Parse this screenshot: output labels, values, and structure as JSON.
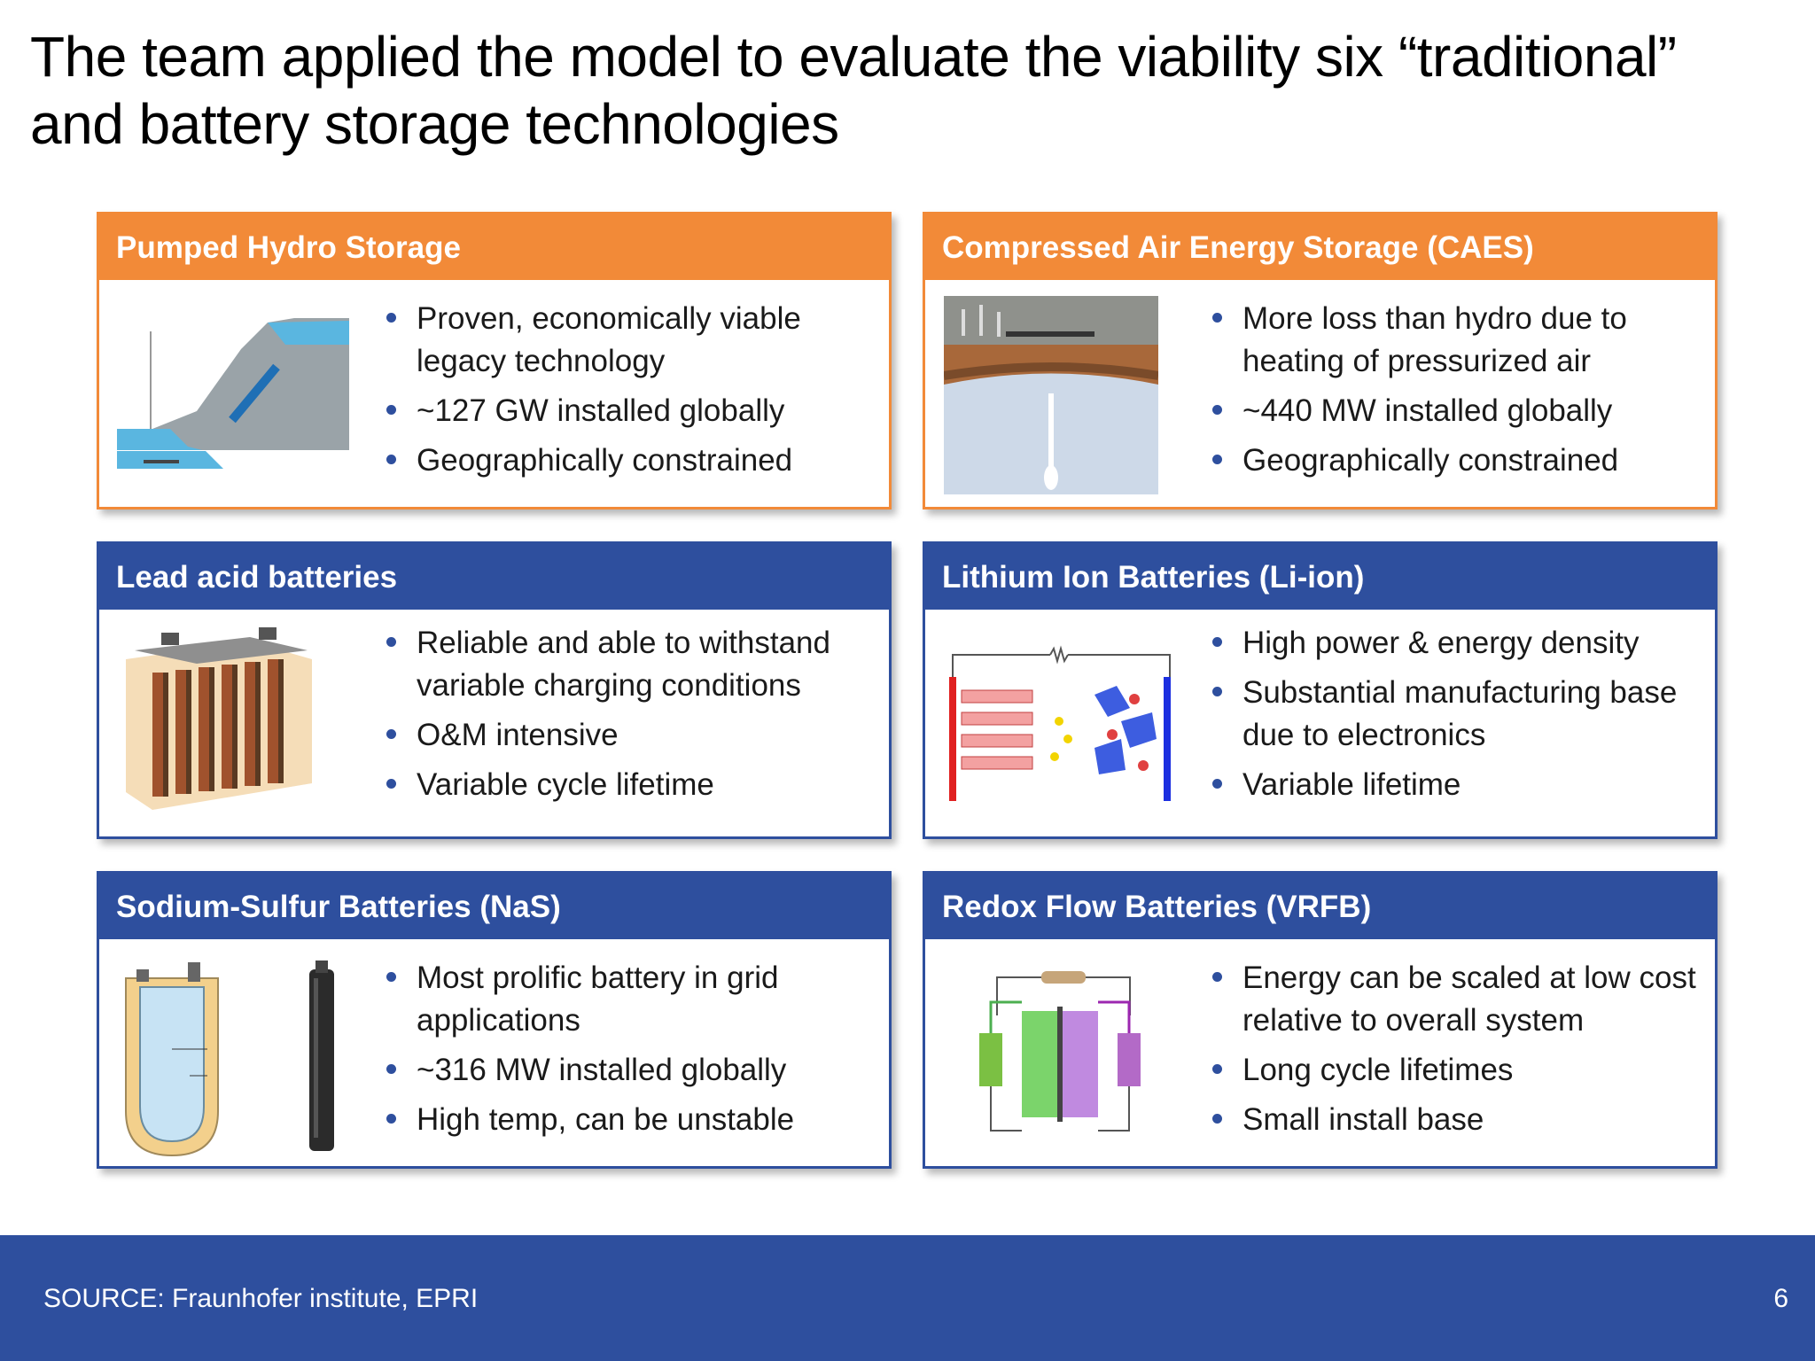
{
  "title": "The team applied the model to evaluate the viability six “traditional” and battery storage technologies",
  "cards": [
    {
      "heading": "Pumped Hydro Storage",
      "accent": "#f28a38",
      "image_icon": "pumped-hydro-diagram",
      "bullets": [
        "Proven, economically viable legacy technology",
        "~127 GW installed globally",
        "Geographically constrained"
      ]
    },
    {
      "heading": "Compressed Air Energy Storage (CAES)",
      "accent": "#f28a38",
      "image_icon": "caes-diagram",
      "bullets": [
        "More loss than hydro due to heating of pressurized air",
        "~440 MW installed globally",
        "Geographically constrained"
      ]
    },
    {
      "heading": "Lead acid batteries",
      "accent": "#2e4f9e",
      "image_icon": "lead-acid-battery-illustration",
      "bullets": [
        "Reliable and able to withstand variable charging conditions",
        "O&M intensive",
        "Variable cycle lifetime"
      ]
    },
    {
      "heading": "Lithium Ion Batteries (Li-ion)",
      "accent": "#2e4f9e",
      "image_icon": "li-ion-cell-diagram",
      "bullets": [
        "High power & energy density",
        "Substantial manufacturing base due to electronics",
        "Variable lifetime"
      ]
    },
    {
      "heading": "Sodium-Sulfur Batteries (NaS)",
      "accent": "#2e4f9e",
      "image_icon": "nas-battery-diagram",
      "bullets": [
        "Most prolific battery in grid applications",
        "~316 MW installed globally",
        "High temp, can be unstable"
      ]
    },
    {
      "heading": "Redox Flow Batteries (VRFB)",
      "accent": "#2e4f9e",
      "image_icon": "redox-flow-diagram",
      "bullets": [
        "Energy can be scaled at low cost relative to overall system",
        "Long cycle lifetimes",
        "Small install base"
      ]
    }
  ],
  "footer": {
    "source": "SOURCE: Fraunhofer institute, EPRI",
    "page_number": "6",
    "color": "#2e4f9e"
  }
}
